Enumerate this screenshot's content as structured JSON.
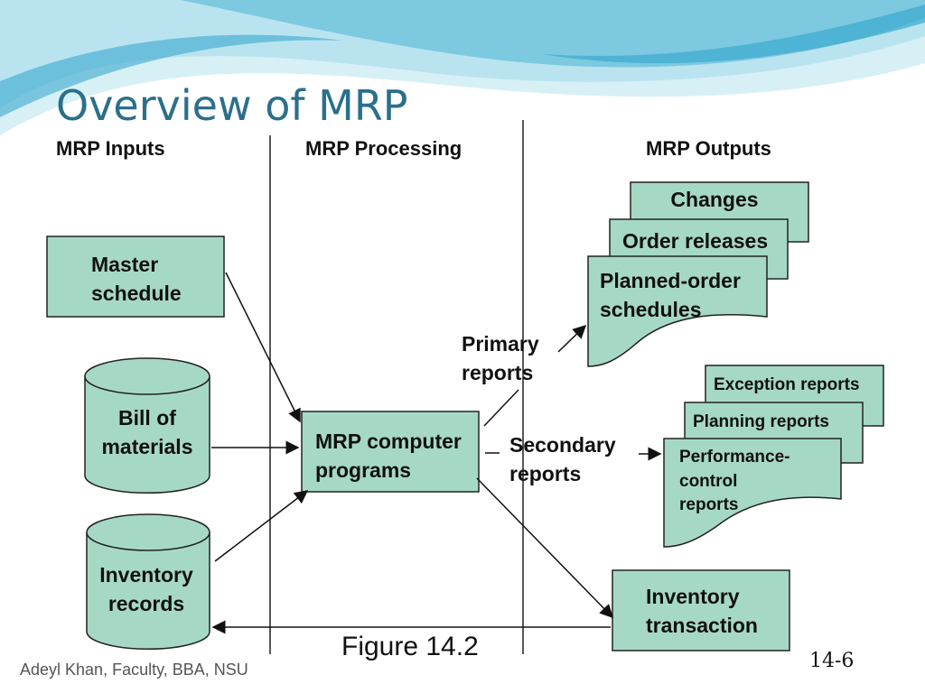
{
  "slide": {
    "title": "Overview of MRP",
    "figure_caption": "Figure 14.2",
    "footer": "Adeyl Khan, Faculty, BBA, NSU",
    "slide_number": "14-6"
  },
  "columns": {
    "inputs": "MRP Inputs",
    "processing": "MRP Processing",
    "outputs": "MRP Outputs"
  },
  "inputs": {
    "master_schedule": [
      "Master",
      "schedule"
    ],
    "bill_of_materials": [
      "Bill of",
      "materials"
    ],
    "inventory_records": [
      "Inventory",
      "records"
    ]
  },
  "processing": {
    "computer_programs": [
      "MRP computer",
      "programs"
    ]
  },
  "reports": {
    "primary": [
      "Primary",
      "reports"
    ],
    "secondary": [
      "Secondary",
      "reports"
    ]
  },
  "outputs": {
    "primary_stack": {
      "back": "Changes",
      "middle": "Order releases",
      "front": [
        "Planned-order",
        "schedules"
      ]
    },
    "secondary_stack": {
      "back": "Exception reports",
      "middle": "Planning reports",
      "front": [
        "Performance-",
        "control",
        "reports"
      ]
    },
    "inventory_transaction": [
      "Inventory",
      "transaction"
    ]
  },
  "colors": {
    "box_fill": "#a6d9c5",
    "stroke": "#222222",
    "title": "#2b6f8c",
    "wave_light": "#b9e4ef",
    "wave_dark": "#3aa9cf"
  }
}
